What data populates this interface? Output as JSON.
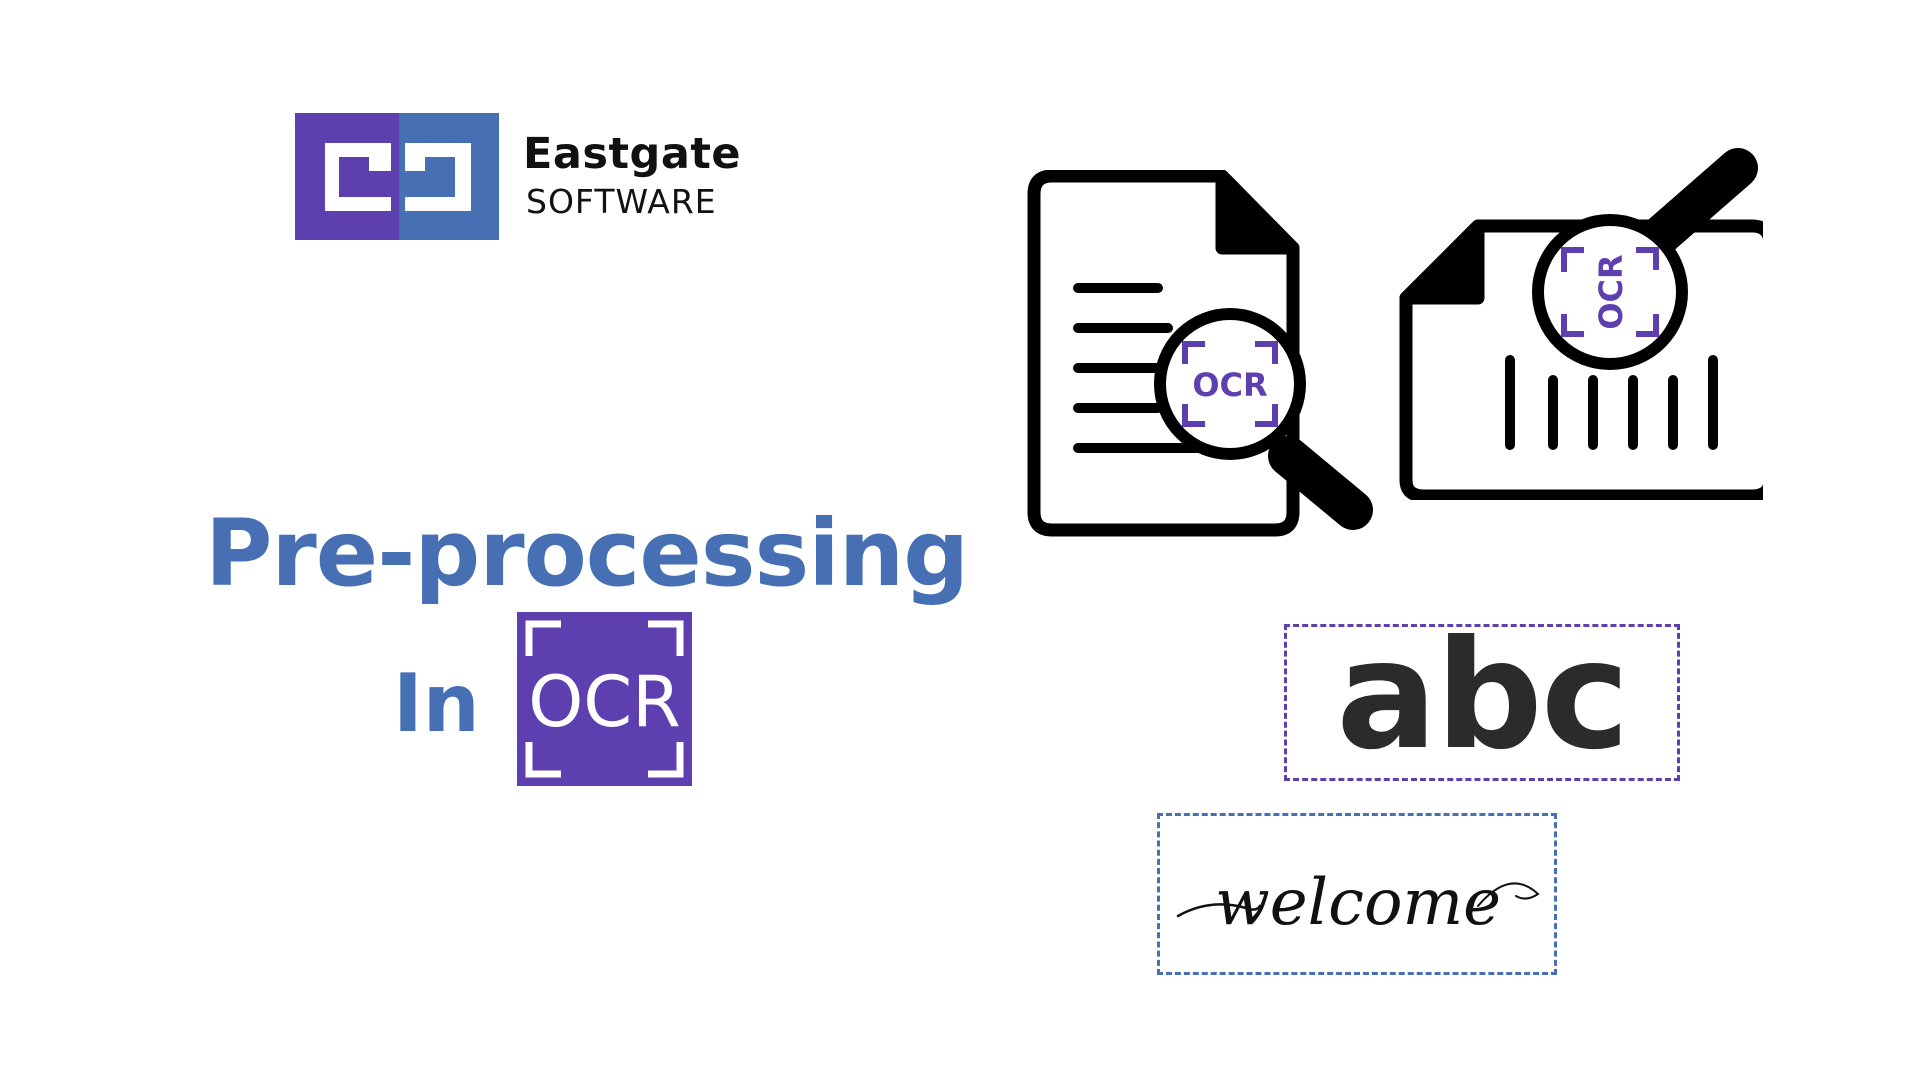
{
  "logo": {
    "name": "Eastgate",
    "subtitle": "SOFTWARE"
  },
  "headline": {
    "line1": "Pre-processing",
    "line2": "In",
    "badge": "OCR"
  },
  "icons": {
    "document_magnifier_label": "OCR",
    "barcode_magnifier_label": "OCR"
  },
  "samples": {
    "printed": "abc",
    "handwritten": "welcome"
  },
  "colors": {
    "purple": "#5d3fb0",
    "blue": "#4670b3",
    "black": "#111111"
  }
}
